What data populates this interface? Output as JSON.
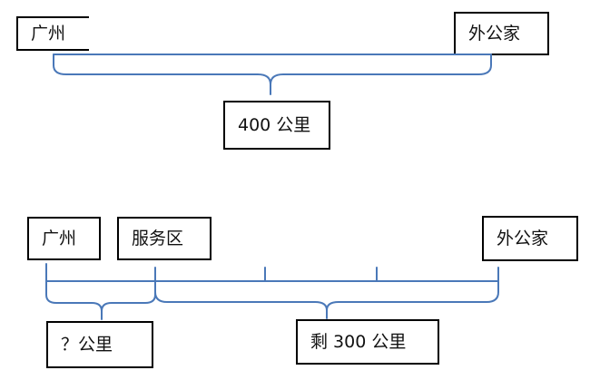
{
  "top_diagram": {
    "start_label": "广州",
    "end_label": "外公家",
    "total_distance_label": "400 公里"
  },
  "bottom_diagram": {
    "start_label": "广州",
    "service_area_label": "服务区",
    "end_label": "外公家",
    "unknown_distance_label": "？公里",
    "remaining_distance_label": "剩 300 公里"
  },
  "colors": {
    "bracket_line": "#4a78b8",
    "box_border": "#000000"
  }
}
